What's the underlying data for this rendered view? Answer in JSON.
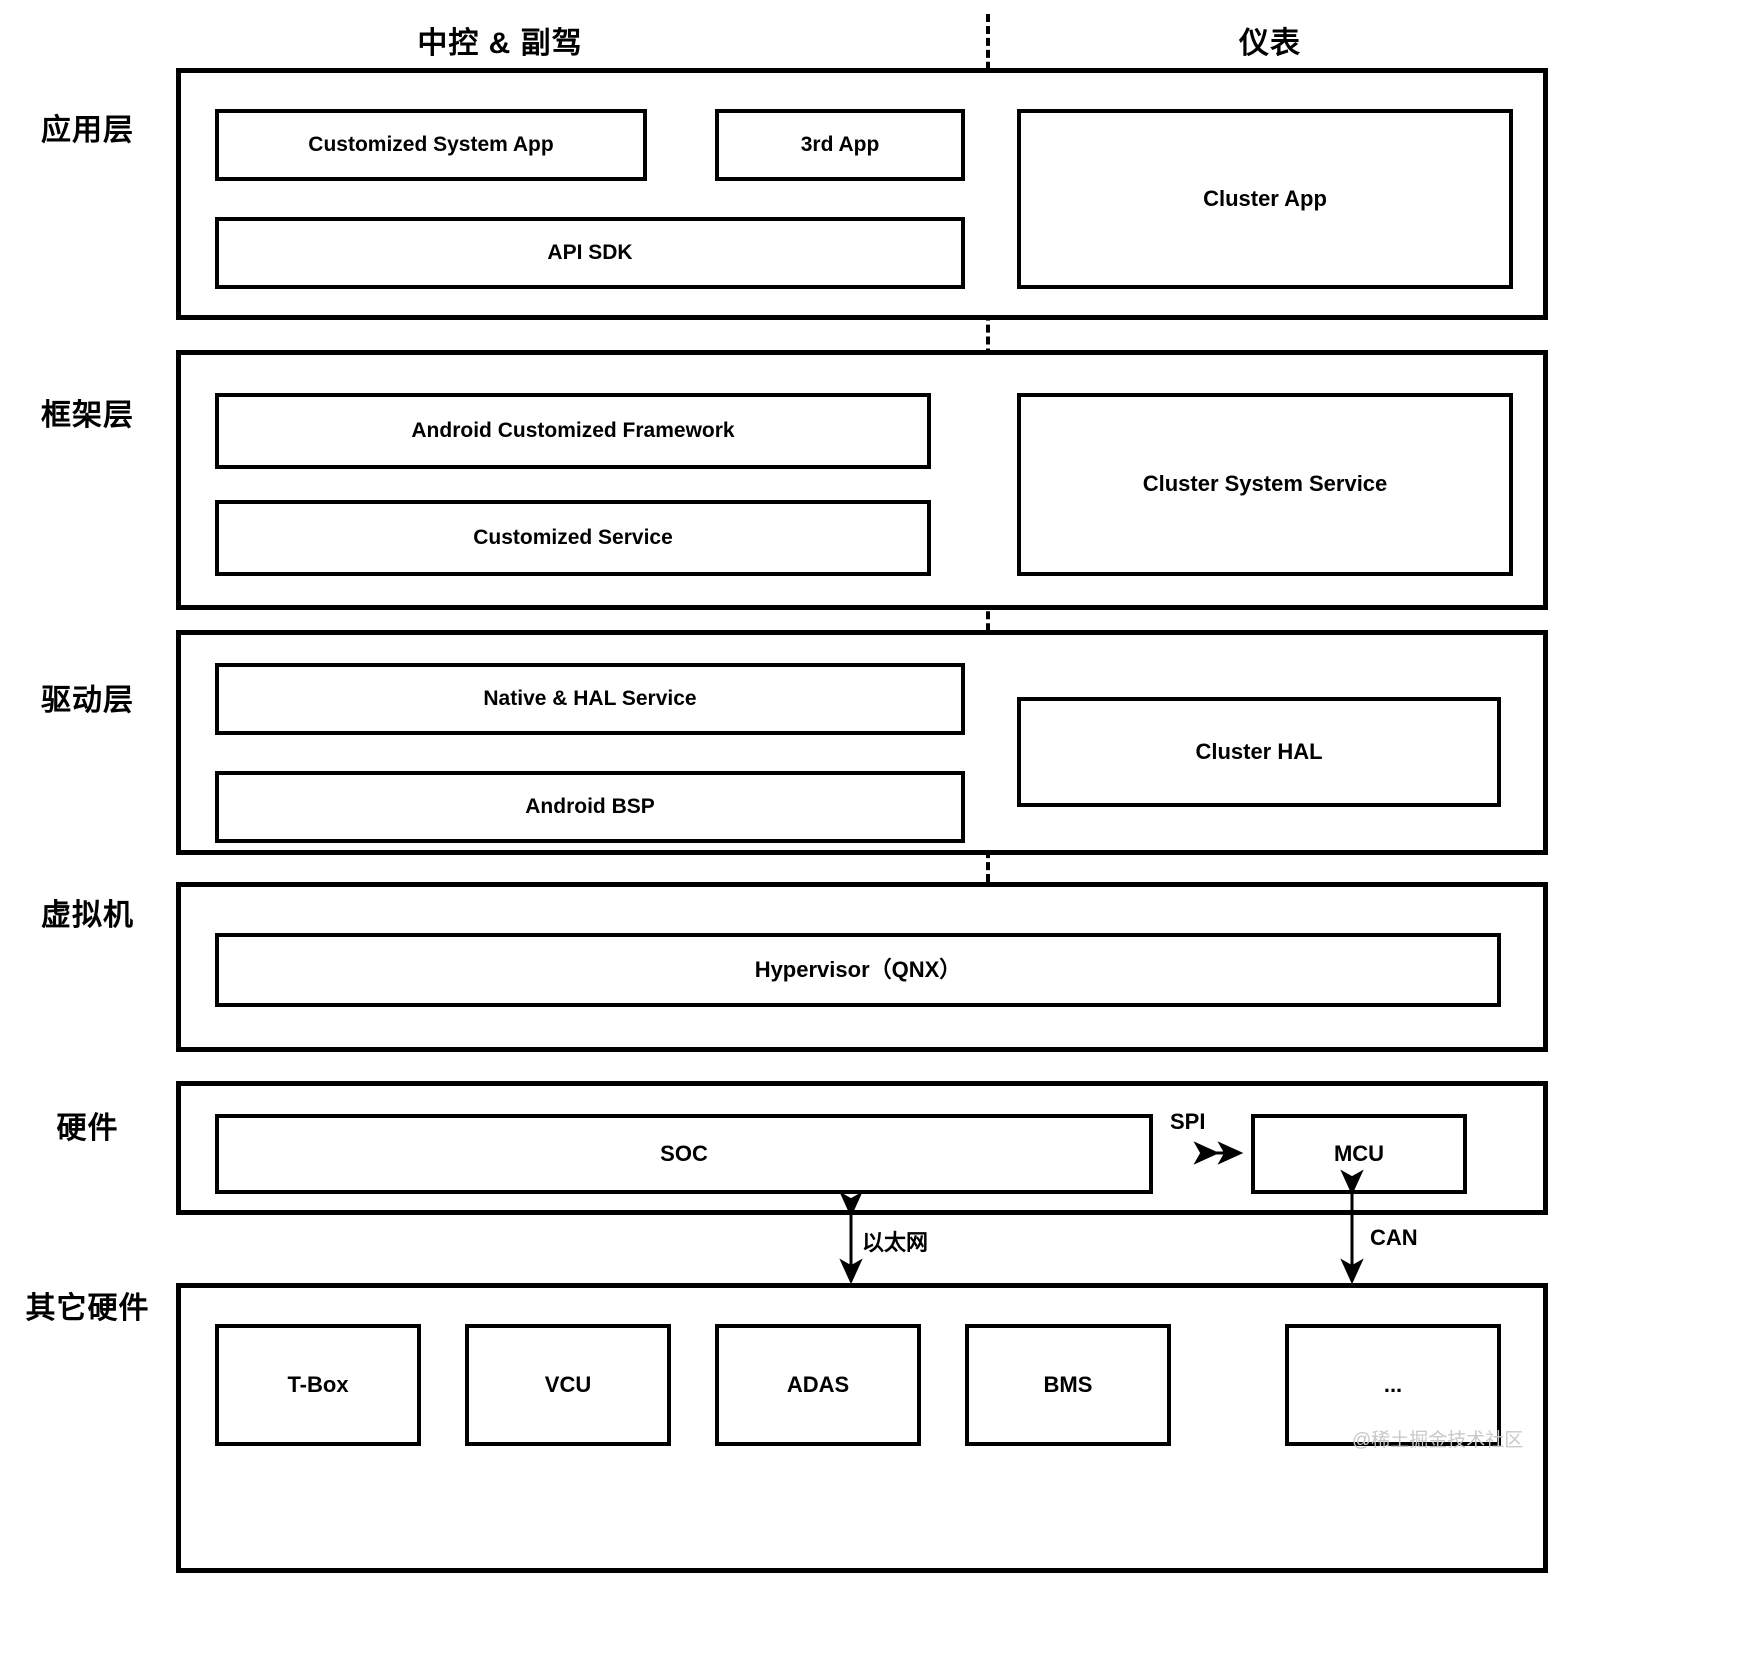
{
  "columns": [
    {
      "label": "中控 & 副驾"
    },
    {
      "label": "仪表"
    }
  ],
  "rows": [
    {
      "label": "应用层"
    },
    {
      "label": "框架层"
    },
    {
      "label": "驱动层"
    },
    {
      "label": "虚拟机"
    },
    {
      "label": "硬件"
    },
    {
      "label": "其它硬件"
    }
  ],
  "application_layer": {
    "left": [
      {
        "label": "Customized System App"
      },
      {
        "label": "3rd App"
      },
      {
        "label": "API SDK"
      }
    ],
    "right": [
      {
        "label": "Cluster App"
      }
    ]
  },
  "framework_layer": {
    "left": [
      {
        "label": "Android Customized Framework"
      },
      {
        "label": "Customized Service"
      }
    ],
    "right": [
      {
        "label": "Cluster System Service"
      }
    ]
  },
  "driver_layer": {
    "left": [
      {
        "label": "Native & HAL Service"
      },
      {
        "label": "Android BSP"
      }
    ],
    "right": [
      {
        "label": "Cluster HAL"
      }
    ]
  },
  "virtual_machine_layer": {
    "boxes": [
      {
        "label": "Hypervisor（QNX）"
      }
    ]
  },
  "hardware_layer": {
    "boxes": [
      {
        "label": "SOC"
      },
      {
        "label": "MCU"
      }
    ],
    "bus_label": "SPI"
  },
  "other_hardware_layer": {
    "boxes": [
      {
        "label": "T-Box"
      },
      {
        "label": "VCU"
      },
      {
        "label": "ADAS"
      },
      {
        "label": "BMS"
      },
      {
        "label": "..."
      }
    ]
  },
  "connectors": [
    {
      "label": "以太网"
    },
    {
      "label": "CAN"
    }
  ],
  "watermark": {
    "text": "@稀土掘金技术社区"
  },
  "colors": {
    "stroke": "#000000",
    "background": "#ffffff",
    "watermark": "#c9c9c9"
  }
}
